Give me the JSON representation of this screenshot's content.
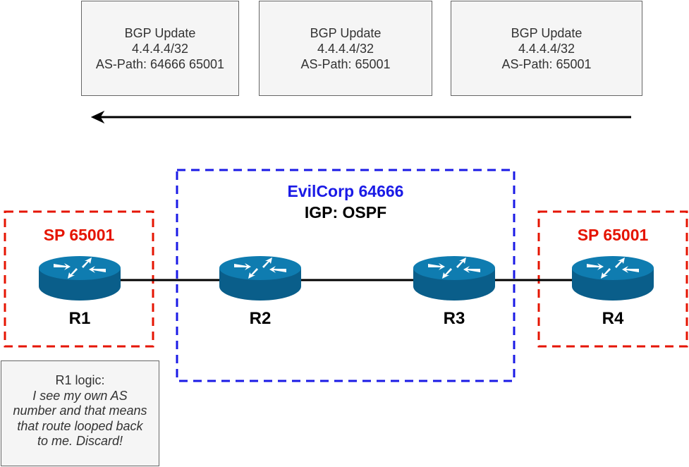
{
  "updates": [
    {
      "title": "BGP Update",
      "prefix": "4.4.4.4/32",
      "as_path": "AS-Path: 64666 65001"
    },
    {
      "title": "BGP Update",
      "prefix": "4.4.4.4/32",
      "as_path": "AS-Path: 65001"
    },
    {
      "title": "BGP Update",
      "prefix": "4.4.4.4/32",
      "as_path": "AS-Path: 65001"
    }
  ],
  "zones": {
    "left_sp": {
      "title": "SP 65001",
      "color": "#e51400"
    },
    "evilcorp": {
      "title": "EvilCorp 64666",
      "subtitle": "IGP: OSPF",
      "color": "#1a1ae6",
      "subtitle_color": "#000000"
    },
    "right_sp": {
      "title": "SP 65001",
      "color": "#e51400"
    }
  },
  "routers": [
    {
      "label": "R1",
      "icon": "router-icon"
    },
    {
      "label": "R2",
      "icon": "router-icon"
    },
    {
      "label": "R3",
      "icon": "router-icon"
    },
    {
      "label": "R4",
      "icon": "router-icon"
    }
  ],
  "router_color": "#0a6c9a",
  "logic": {
    "heading": "R1 logic:",
    "lines": [
      "I see my own AS",
      "number and that means",
      "that route looped back",
      "to me. Discard!"
    ]
  }
}
